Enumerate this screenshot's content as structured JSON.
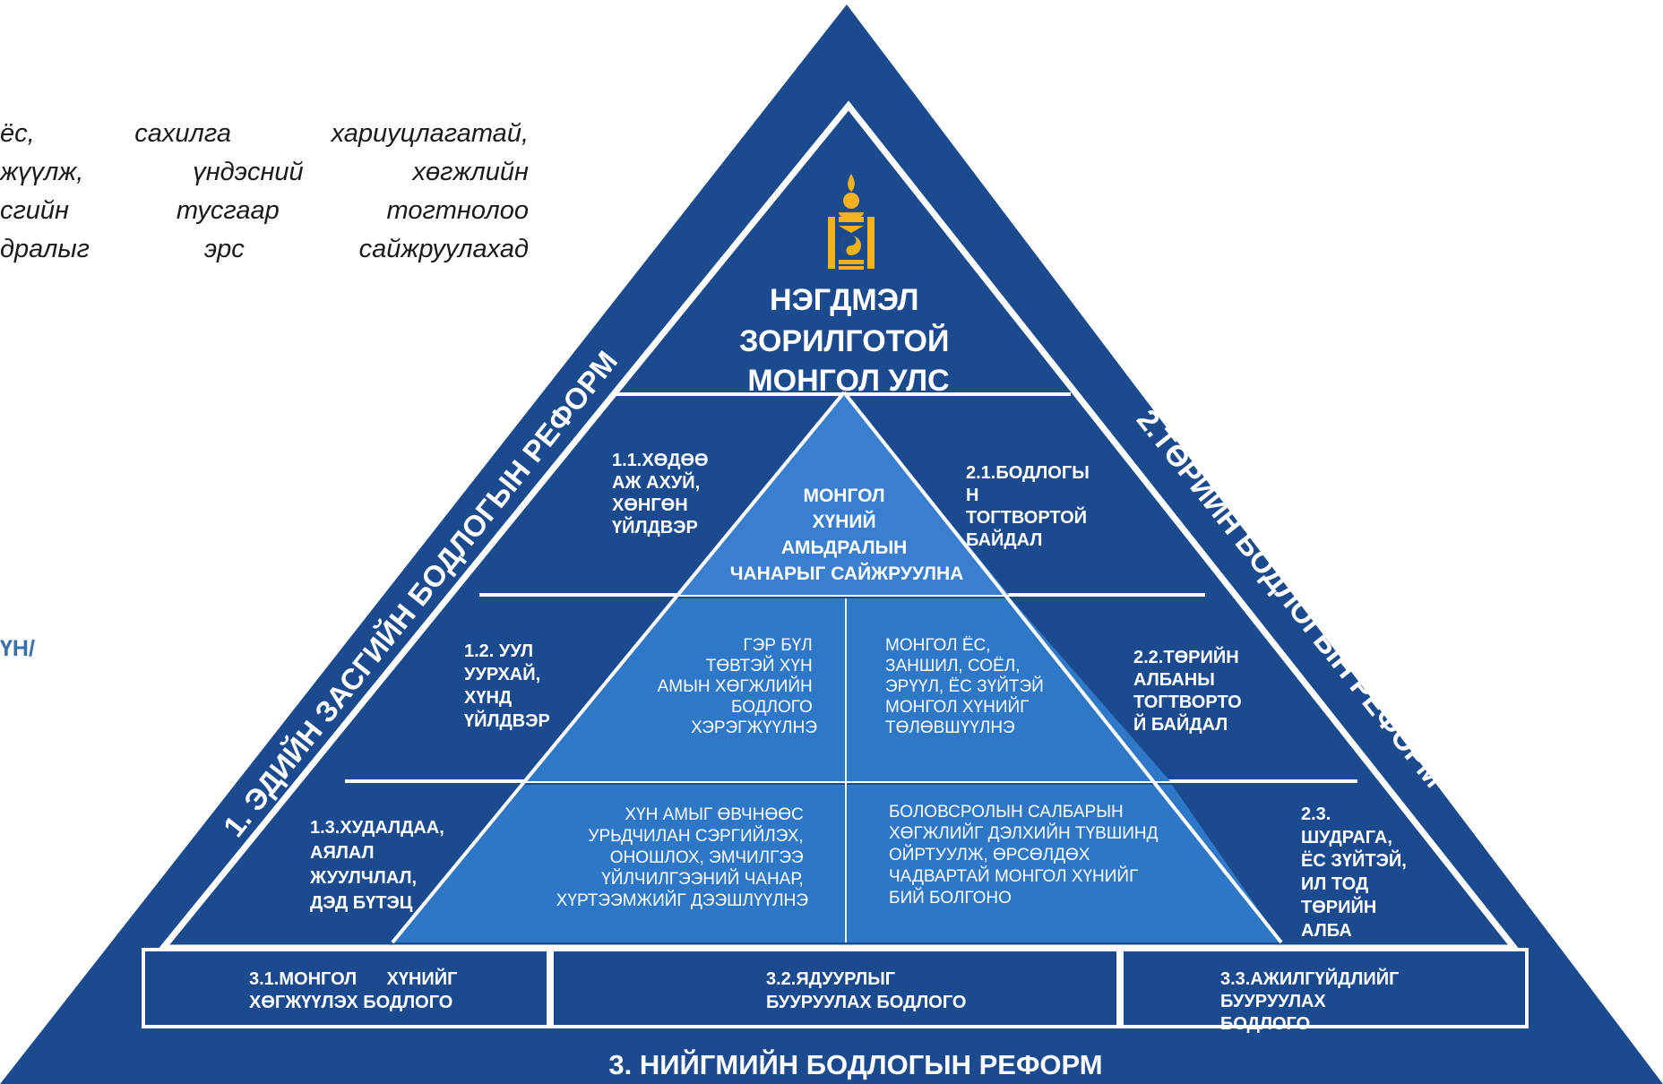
{
  "left_text": {
    "lines": [
      "ёс, сахилга хариуцлагатай,",
      "жүүлж, үндэсний хөгжлийн",
      "сгийн тусгаар тогтнолоо",
      "дралыг эрс сайжруулахад"
    ],
    "fragment": "ҮН/"
  },
  "pyramid": {
    "colors": {
      "outer": "#1b4a8e",
      "inner_dark": "#1b4a8e",
      "apex_light": "#3a7fcf",
      "mid_light": "#2f78c8",
      "bottom_light": "#2e77c6",
      "line": "#ffffff"
    },
    "emblem": "soyombo-icon",
    "sides": {
      "left": "1. ЭДИЙН ЗАСГИЙН БОДЛОГЫН РЕФОРМ",
      "right": "2.ТӨРИЙН БОДЛОГЫН РЕФОРМ",
      "bottom": "3. НИЙГМИЙН БОДЛОГЫН РЕФОРМ"
    },
    "top": [
      "НЭГДМЭЛ",
      "ЗОРИЛГОТОЙ",
      "МОНГОЛ УЛС"
    ],
    "center_apex": [
      "МОНГОЛ",
      "ХҮНИЙ",
      "АМЬДРАЛЫН",
      "ЧАНАРЫГ САЙЖРУУЛНА"
    ],
    "left_cells": [
      [
        "1.1.ХӨДӨӨ",
        "АЖ АХУЙ,",
        "ХӨНГӨН",
        "ҮЙЛДВЭР"
      ],
      [
        "1.2. УУЛ",
        "УУРХАЙ,",
        "ХҮНД",
        "ҮЙЛДВЭР"
      ],
      [
        "1.3.ХУДАЛДАА,",
        "АЯЛАЛ",
        "ЖУУЛЧЛАЛ,",
        "ДЭД БҮТЭЦ"
      ]
    ],
    "right_cells": [
      [
        "2.1.БОДЛОГЫ",
        "Н",
        "ТОГТВОРТОЙ",
        "БАЙДАЛ"
      ],
      [
        "2.2.ТӨРИЙН",
        "АЛБАНЫ",
        "ТОГТВОРТО",
        "Й БАЙДАЛ"
      ],
      [
        "2.3.",
        "ШУДРАГА,",
        "ЁС ЗҮЙТЭЙ,",
        "ИЛ ТОД",
        "ТӨРИЙН",
        "АЛБА"
      ]
    ],
    "mid_left": [
      "ГЭР БҮЛ",
      "ТӨВТЭЙ ХҮН",
      "АМЫН ХӨГЖЛИЙН",
      "БОДЛОГО",
      "ХЭРЭГЖҮҮЛНЭ"
    ],
    "mid_right": [
      "МОНГОЛ ЁС,",
      "ЗАНШИЛ, СОЁЛ,",
      "ЭРҮҮЛ, ЁС ЗҮЙТЭЙ",
      "МОНГОЛ ХҮНИЙГ",
      "ТӨЛӨВШҮҮЛНЭ"
    ],
    "low_left": [
      "ХҮН АМЫГ ӨВЧНӨӨС",
      "УРЬДЧИЛАН СЭРГИЙЛЭХ,",
      "ОНОШЛОХ, ЭМЧИЛГЭЭ",
      "ҮЙЛЧИЛГЭЭНИЙ ЧАНАР,",
      "ХҮРТЭЭМЖИЙГ ДЭЭШЛҮҮЛНЭ"
    ],
    "low_right": [
      "БОЛОВСРОЛЫН САЛБАРЫН",
      "ХӨГЖЛИЙГ ДЭЛХИЙН ТҮВШИНД",
      "ОЙРТУУЛЖ, ӨРСӨЛДӨХ",
      "ЧАДВАРТАЙ МОНГОЛ ХҮНИЙГ",
      "БИЙ БОЛГОНО"
    ],
    "bottom_cells": [
      [
        "3.1.МОНГОЛ      ХҮНИЙГ",
        "ХӨГЖҮҮЛЭХ БОДЛОГО"
      ],
      [
        "3.2.ЯДУУРЛЫГ",
        "БУУРУУЛАХ БОДЛОГО"
      ],
      [
        "3.3.АЖИЛГҮЙДЛИЙГ",
        "БУУРУУЛАХ",
        "БОДЛОГО"
      ]
    ]
  }
}
